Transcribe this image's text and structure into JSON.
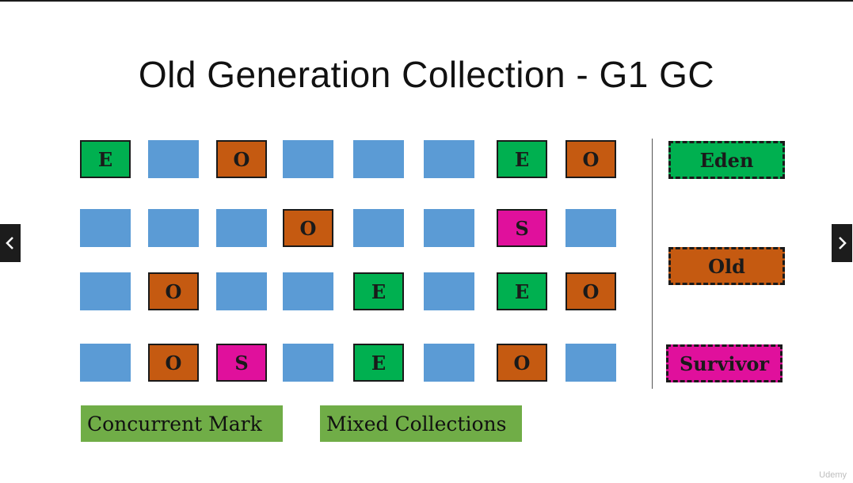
{
  "title": "Old Generation Collection - G1 GC",
  "colors": {
    "free": "#5b9bd5",
    "eden": "#00b050",
    "old": "#c55a11",
    "survivor": "#e0109c",
    "phase": "#70ad47"
  },
  "grid": {
    "rows": [
      [
        {
          "type": "eden",
          "label": "E"
        },
        {
          "type": "free",
          "label": ""
        },
        {
          "type": "old",
          "label": "O"
        },
        {
          "type": "free",
          "label": ""
        },
        {
          "type": "free",
          "label": ""
        },
        {
          "type": "free",
          "label": ""
        },
        {
          "type": "eden",
          "label": "E"
        },
        {
          "type": "old",
          "label": "O"
        }
      ],
      [
        {
          "type": "free",
          "label": ""
        },
        {
          "type": "free",
          "label": ""
        },
        {
          "type": "free",
          "label": ""
        },
        {
          "type": "old",
          "label": "O"
        },
        {
          "type": "free",
          "label": ""
        },
        {
          "type": "free",
          "label": ""
        },
        {
          "type": "survivor",
          "label": "S"
        },
        {
          "type": "free",
          "label": ""
        }
      ],
      [
        {
          "type": "free",
          "label": ""
        },
        {
          "type": "old",
          "label": "O"
        },
        {
          "type": "free",
          "label": ""
        },
        {
          "type": "free",
          "label": ""
        },
        {
          "type": "eden",
          "label": "E"
        },
        {
          "type": "free",
          "label": ""
        },
        {
          "type": "eden",
          "label": "E"
        },
        {
          "type": "old",
          "label": "O"
        }
      ],
      [
        {
          "type": "free",
          "label": ""
        },
        {
          "type": "old",
          "label": "O"
        },
        {
          "type": "survivor",
          "label": "S"
        },
        {
          "type": "free",
          "label": ""
        },
        {
          "type": "eden",
          "label": "E"
        },
        {
          "type": "free",
          "label": ""
        },
        {
          "type": "old",
          "label": "O"
        },
        {
          "type": "free",
          "label": ""
        }
      ]
    ]
  },
  "legend": {
    "eden": "Eden",
    "old": "Old",
    "survivor": "Survivor"
  },
  "phases": {
    "concurrent_mark": "Concurrent Mark",
    "mixed_collections": "Mixed Collections"
  },
  "nav": {
    "prev_icon": "chevron-left-icon",
    "next_icon": "chevron-right-icon"
  },
  "watermark": "Udemy"
}
